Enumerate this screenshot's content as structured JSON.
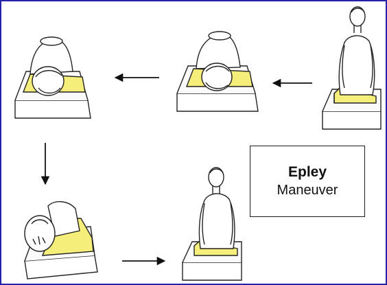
{
  "diagram": {
    "title": "Epley",
    "subtitle": "Maneuver",
    "colors": {
      "border": "#2222aa",
      "wedge": "#f6ee7a",
      "outline": "#222222",
      "arrow": "#111111"
    },
    "steps": [
      {
        "name": "step-sitting"
      },
      {
        "name": "step-supine-head-right"
      },
      {
        "name": "step-supine-head-left"
      },
      {
        "name": "step-side-lying"
      },
      {
        "name": "step-return-sitting"
      }
    ]
  }
}
